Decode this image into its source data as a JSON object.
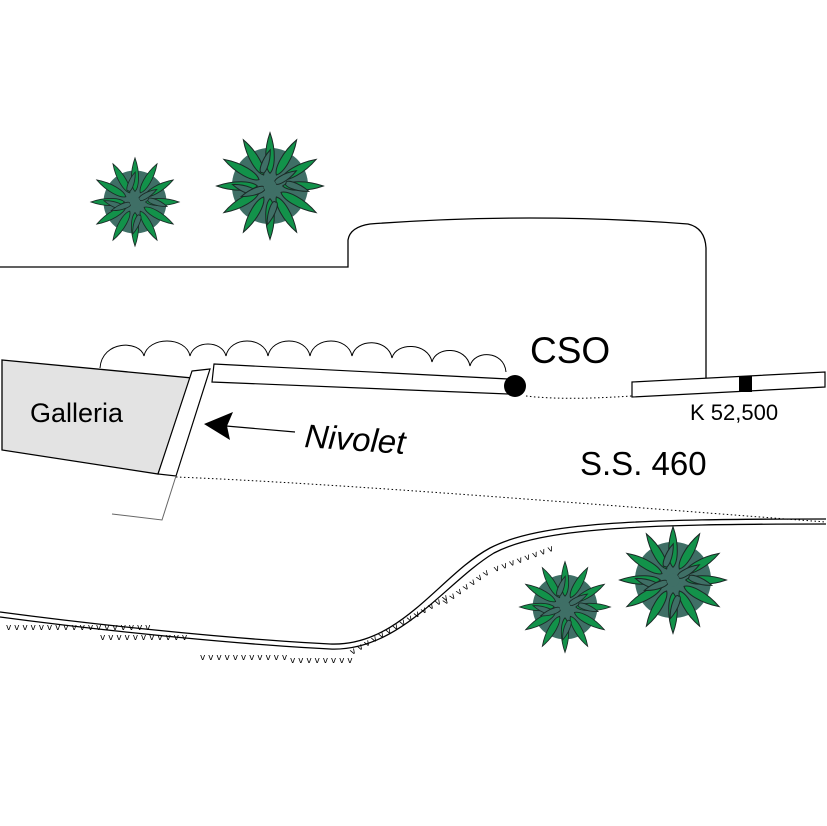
{
  "labels": {
    "galleria": "Galleria",
    "nivolet": "Nivolet",
    "cso": "CSO",
    "km_marker": "K 52,500",
    "road": "S.S. 460"
  },
  "colors": {
    "tree_dark": "#3f6f66",
    "tree_light": "#12924a",
    "tree_outline": "#1a2a26",
    "gallery_fill": "#e3e3e3",
    "line": "#000000"
  },
  "icons": [
    "tree-icon",
    "arrow-icon",
    "station-dot-icon",
    "km-marker-icon"
  ]
}
